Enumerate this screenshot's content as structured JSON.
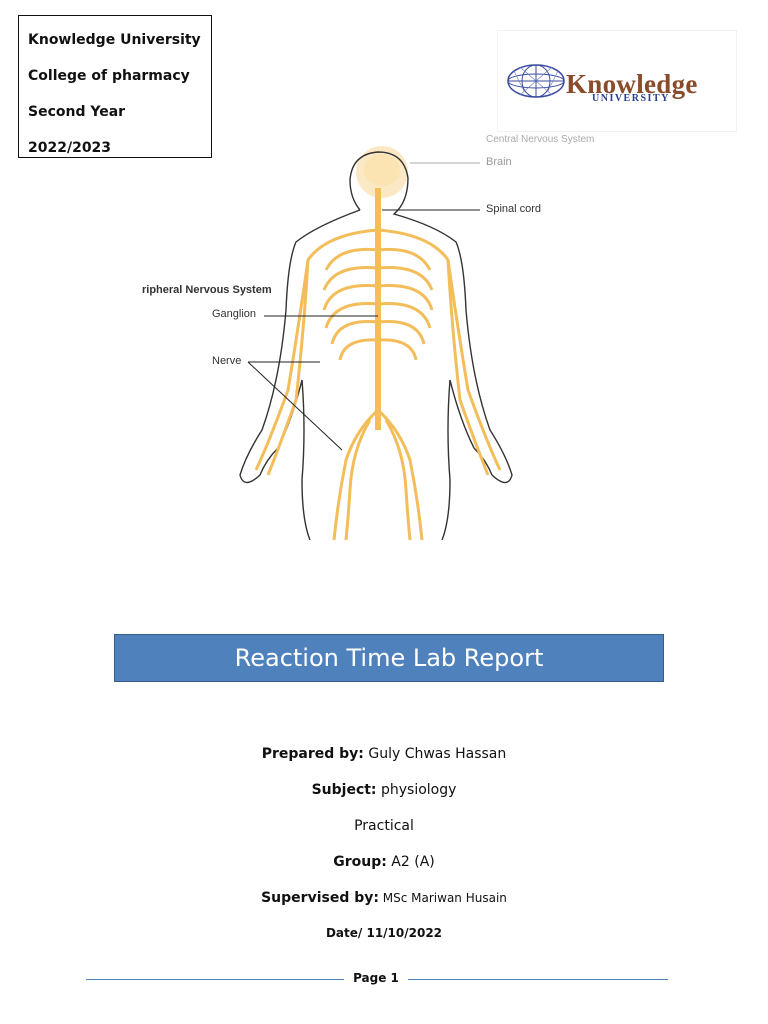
{
  "info": {
    "university": "Knowledge University",
    "college": "College of pharmacy",
    "year": "Second Year",
    "session": "2022/2023"
  },
  "logo": {
    "word": "Knowledge",
    "sub": "UNIVERSITY",
    "icon": "globe-icon"
  },
  "figure": {
    "labels": {
      "cns": "Central Nervous System",
      "brain": "Brain",
      "spinal_cord": "Spinal cord",
      "pns": "ripheral Nervous System",
      "ganglion": "Ganglion",
      "nerve": "Nerve"
    },
    "colors": {
      "nerve": "#f3bd5a",
      "nerve_light": "#fbe3b2",
      "outline": "#333333"
    }
  },
  "title": "Reaction Time Lab Report",
  "details": {
    "prepared_label": "Prepared by:",
    "prepared_value": " Guly Chwas Hassan",
    "subject_label": "Subject:",
    "subject_value": " physiology",
    "practical": "Practical",
    "group_label": "Group:",
    "group_value": " A2 (A)",
    "supervised_label": "Supervised by:",
    "supervised_value": " MSc Mariwan Husain",
    "date": "Date/ 11/10/2022"
  },
  "footer": {
    "page": "Page 1"
  },
  "colors": {
    "title_bg": "#4f81bd",
    "footer_line": "#4f81bd"
  }
}
